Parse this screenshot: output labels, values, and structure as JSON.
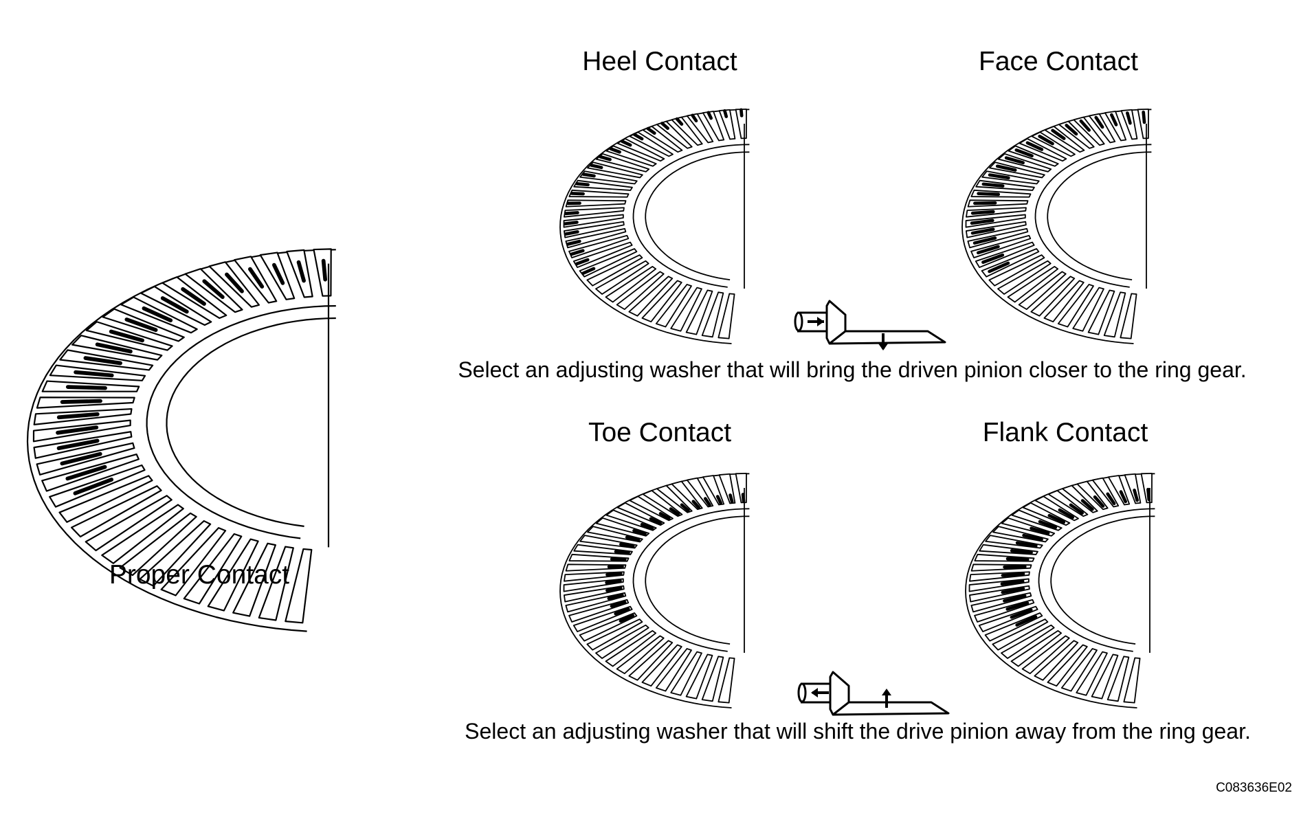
{
  "labels": {
    "proper": "Proper Contact",
    "heel": "Heel Contact",
    "face": "Face Contact",
    "toe": "Toe Contact",
    "flank": "Flank Contact"
  },
  "instructions": {
    "closer": "Select an adjusting washer that will bring the driven pinion closer to the ring gear.",
    "away": "Select an adjusting washer that will shift the drive pinion away from the ring gear."
  },
  "figure_code": "C083636E02"
}
